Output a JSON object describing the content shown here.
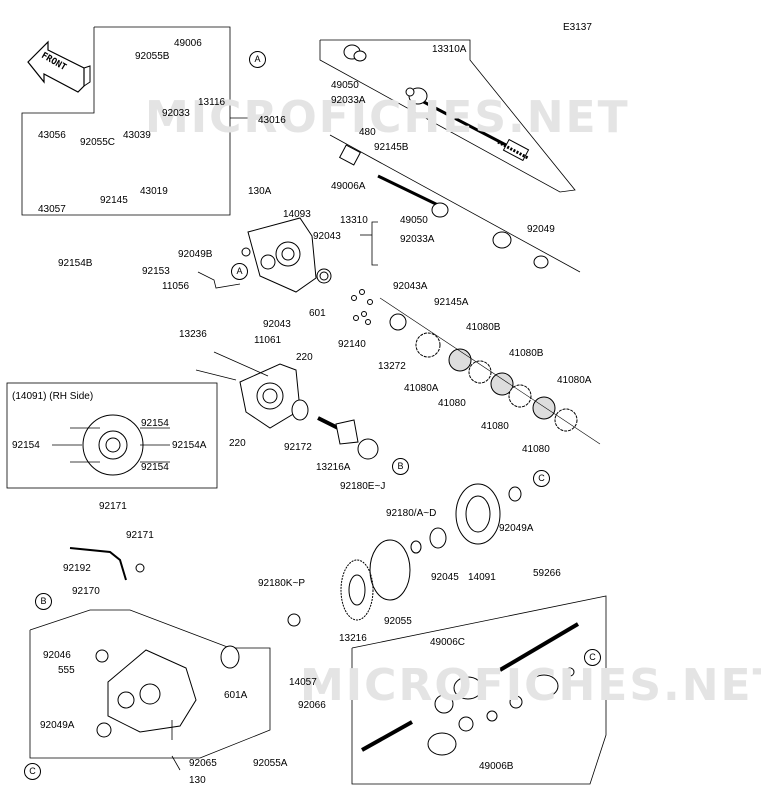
{
  "diagram_code": "E3137",
  "front_label": "FRONT",
  "watermarks": [
    "MICROFICHES.NET",
    "MICROFICHES.NET"
  ],
  "rh_side_title": "(14091) (RH Side)",
  "refs": [
    "A",
    "A",
    "B",
    "B",
    "C",
    "C",
    "C"
  ],
  "labels": [
    "49006",
    "92055B",
    "92033",
    "13116",
    "43016",
    "43056",
    "92055C",
    "43039",
    "43019",
    "43057",
    "92145",
    "92154B",
    "13310A",
    "49050",
    "92033A",
    "480",
    "92145B",
    "49006A",
    "13310",
    "49050",
    "92033A",
    "92049",
    "130A",
    "14093",
    "92049B",
    "92043",
    "92153",
    "11056",
    "92043",
    "601",
    "92140",
    "92043A",
    "92145A",
    "13272",
    "41080A",
    "41080B",
    "41080",
    "41080B",
    "41080",
    "41080A",
    "41080",
    "13236",
    "11061",
    "220",
    "220",
    "92172",
    "13216A",
    "92180E~J",
    "92154",
    "92154",
    "92154A",
    "92154",
    "92171",
    "92171",
    "92192",
    "92170",
    "92180/A~D",
    "92049A",
    "92045",
    "14091",
    "92180K~P",
    "13216",
    "92055",
    "59266",
    "92046",
    "555",
    "601A",
    "14057",
    "92049A",
    "92066",
    "92065",
    "92055A",
    "130",
    "49006C",
    "49006B"
  ]
}
